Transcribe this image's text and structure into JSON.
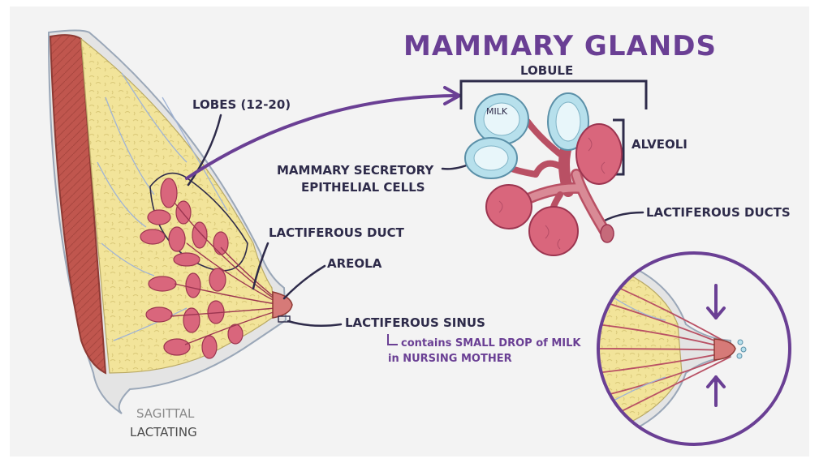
{
  "title": "MAMMARY GLANDS",
  "labels": {
    "lobule": "LOBULE",
    "milk": "MILK",
    "alveoli": "ALVEOLI",
    "secretory_line1": "MAMMARY SECRETORY",
    "secretory_line2": "EPITHELIAL CELLS",
    "lactiferous_ducts": "LACTIFEROUS DUCTS",
    "lobes": "LOBES (12-20)",
    "lactiferous_duct": "LACTIFEROUS DUCT",
    "areola": "AREOLA",
    "lactiferous_sinus": "LACTIFEROUS SINUS",
    "note_line1": "contains SMALL DROP of MILK",
    "note_line2": "in NURSING MOTHER",
    "view_line1": "SAGITTAL",
    "view_line2": "LACTATING"
  },
  "colors": {
    "background": "#f3f3f3",
    "muscle": "#c0564e",
    "fat": "#f2e49a",
    "lobule_tissue": "#d9667c",
    "epithelium": "#b7e0ec",
    "ink": "#2e2b4a",
    "accent": "#6a3f94"
  }
}
